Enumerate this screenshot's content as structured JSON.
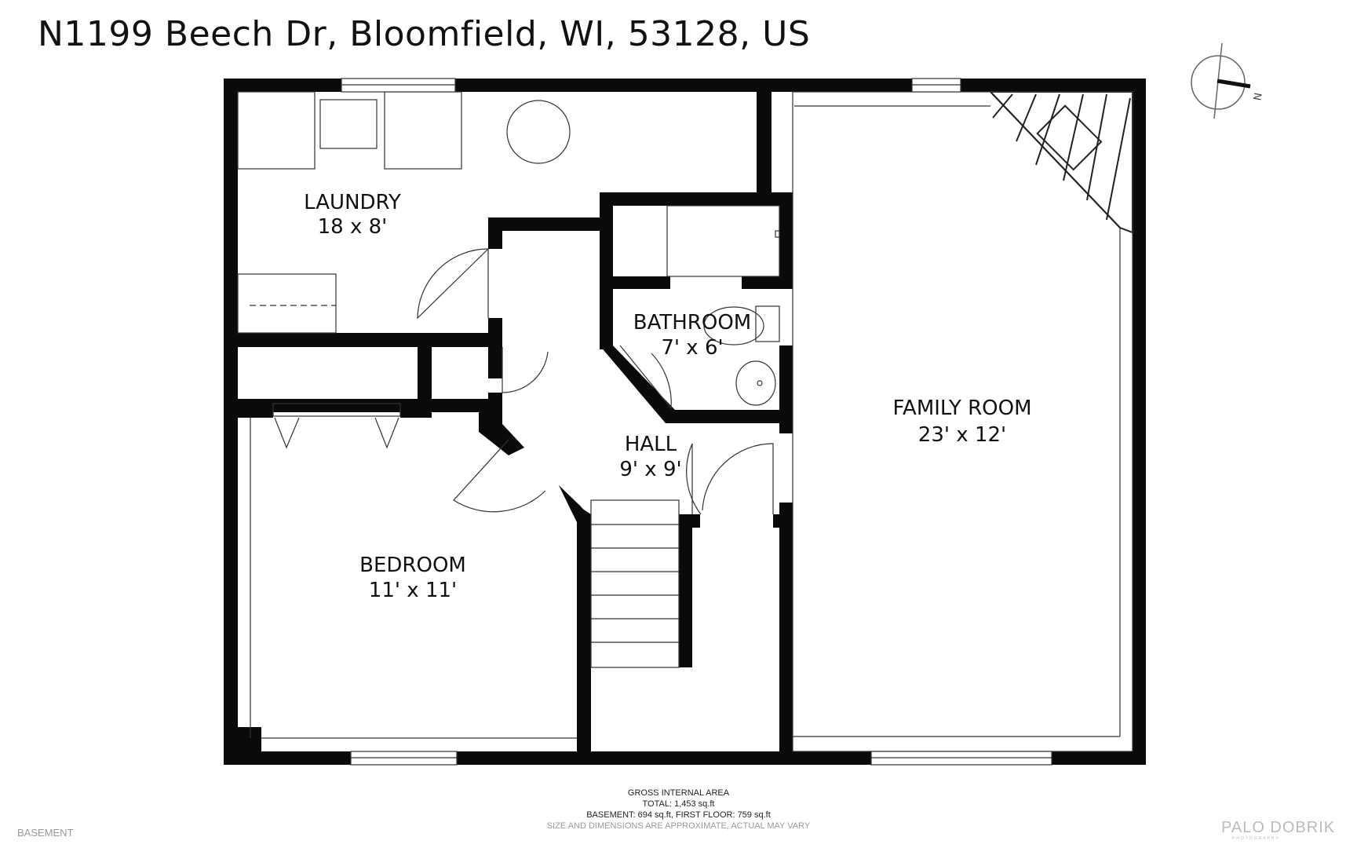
{
  "header": {
    "address": "N1199 Beech Dr, Bloomfield, WI, 53128, US"
  },
  "compass": {
    "north_letter": "N"
  },
  "rooms": [
    {
      "name": "LAUNDRY",
      "size": "18 x 8'"
    },
    {
      "name": "BATHROOM",
      "size": "7' x 6'"
    },
    {
      "name": "FAMILY ROOM",
      "size": "23' x 12'"
    },
    {
      "name": "HALL",
      "size": "9' x 9'"
    },
    {
      "name": "BEDROOM",
      "size": "11' x 11'"
    }
  ],
  "footer": {
    "title": "GROSS INTERNAL AREA",
    "total": "TOTAL: 1,453 sq.ft",
    "breakdown": "BASEMENT: 694 sq.ft, FIRST FLOOR: 759 sq.ft",
    "disclaimer": "SIZE AND DIMENSIONS ARE APPROXIMATE, ACTUAL MAY VARY",
    "level": "BASEMENT",
    "brand": "PALO DOBRIK",
    "brand_sub": "PHOTOGRAPHY"
  }
}
